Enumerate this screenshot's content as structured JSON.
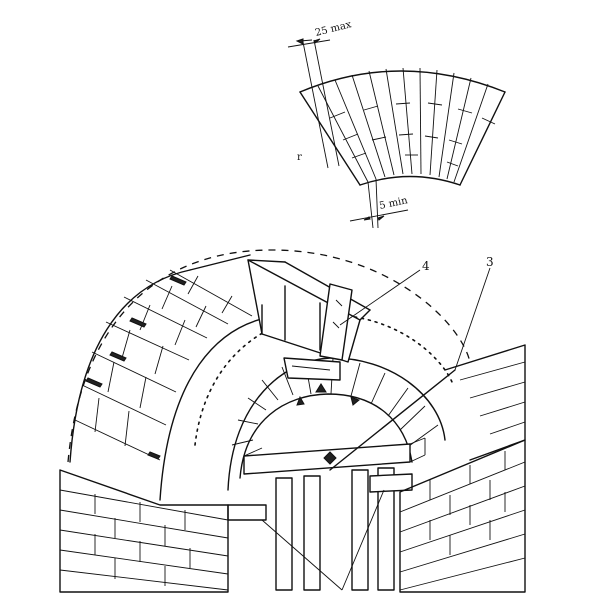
{
  "annotations": {
    "dim_top": "25 max",
    "dim_bottom": "5 min",
    "radius": "r",
    "callout_4": "4",
    "callout_3": "3"
  }
}
